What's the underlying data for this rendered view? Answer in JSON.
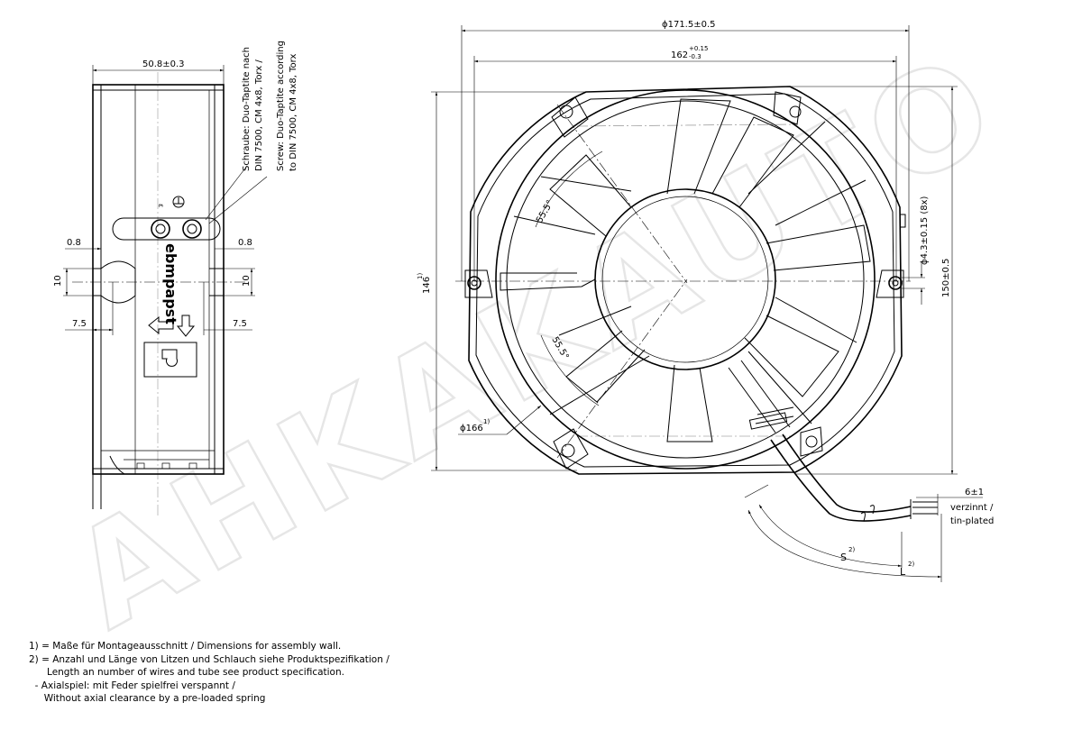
{
  "side_view": {
    "width_dim": "50.8±0.3",
    "screw_label_de": [
      "Schraube: Duo-Taptite nach",
      "DIN 7500, CM 4x8, Torx /"
    ],
    "screw_label_en": [
      "Screw: Duo-Taptite according",
      "to DIN 7500, CM 4x8, Torx"
    ],
    "dim_left_offset": "0.8",
    "dim_right_offset": "0.8",
    "dim_left_height": "10",
    "dim_right_height": "10",
    "dim_left_depth": "7.5",
    "dim_right_depth": "7.5",
    "brand_label": "ebmpapst"
  },
  "front_view": {
    "dia_outer": "ϕ171.5±0.5",
    "dia_hole_spacing": "162",
    "dia_hole_tol_upper": "+0.15",
    "dia_hole_tol_lower": "-0.3",
    "height_cutout": "146",
    "height_cutout_note": "1)",
    "height_total": "150±0.5",
    "hole_dia": "ϕ4.3±0.15 (8x)",
    "angle_1": "55.5°",
    "angle_2": "55.5°",
    "dia_cutout": "ϕ166",
    "dia_cutout_note": "1)",
    "strip_length": "6±1",
    "tin_de": "verzinnt /",
    "tin_en": "tin-plated",
    "tube_label": "S",
    "tube_note": "2)",
    "length_label": "L",
    "length_note": "2)"
  },
  "watermark": "AHKAKAUTO",
  "notes": [
    "1) = Maße für Montageausschnitt / Dimensions for assembly wall.",
    "2) = Anzahl und Länge von Litzen und Schlauch siehe Produktspezifikation /",
    "      Length an number of wires and tube see product specification.",
    "",
    "  - Axialspiel: mit Feder spielfrei verspannt /",
    "     Without axial clearance by a pre-loaded spring"
  ]
}
